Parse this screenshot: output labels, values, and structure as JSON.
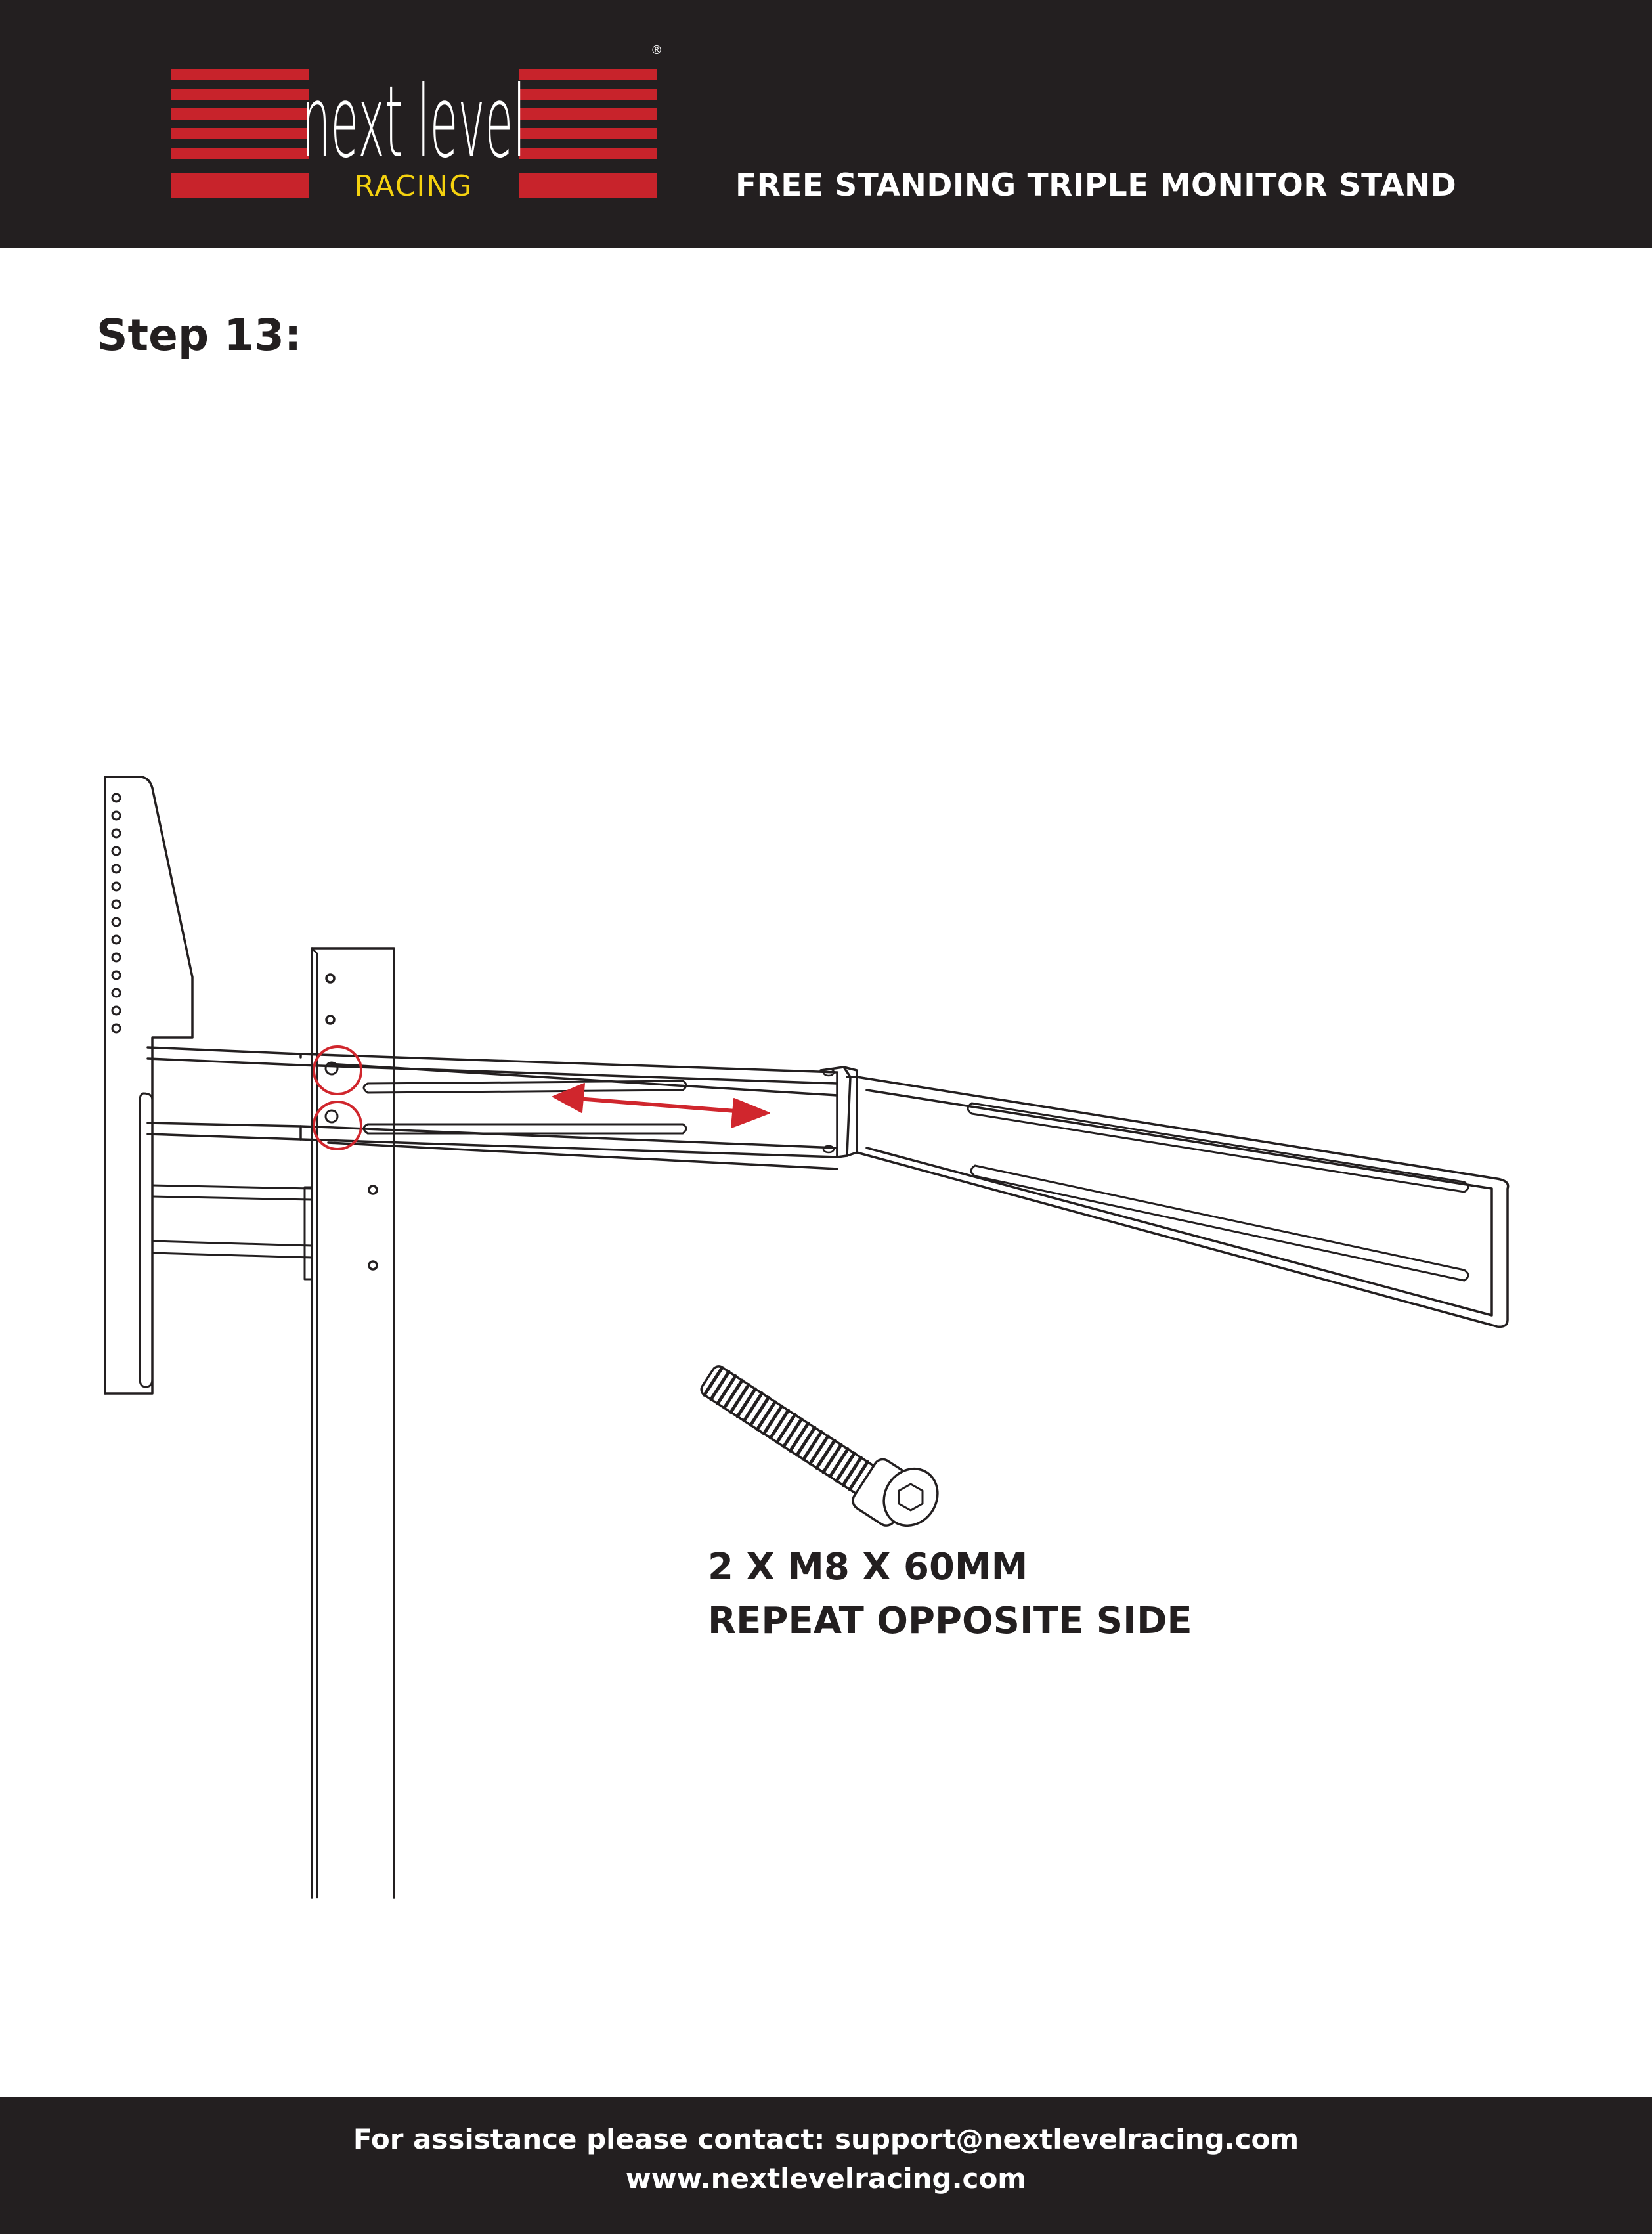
{
  "header": {
    "brand_word": "next level",
    "brand_sub": "RACING",
    "registered_mark": "®",
    "title": "FREE STANDING TRIPLE MONITOR STAND"
  },
  "step": {
    "title": "Step 13:"
  },
  "parts": {
    "line1": "2 X M8 X 60MM",
    "line2": "REPEAT OPPOSITE SIDE"
  },
  "footer": {
    "assistance": "For assistance please contact: support@nextlevelracing.com",
    "website": "www.nextlevelracing.com"
  },
  "colors": {
    "band": "#231f20",
    "logo_red": "#c8232b",
    "logo_yellow": "#f5d20f",
    "arrow_red": "#d0262d",
    "line": "#231f20"
  },
  "icons": [
    "bolt-icon",
    "adjust-arrow-icon",
    "bolt-position-circle-icon"
  ]
}
